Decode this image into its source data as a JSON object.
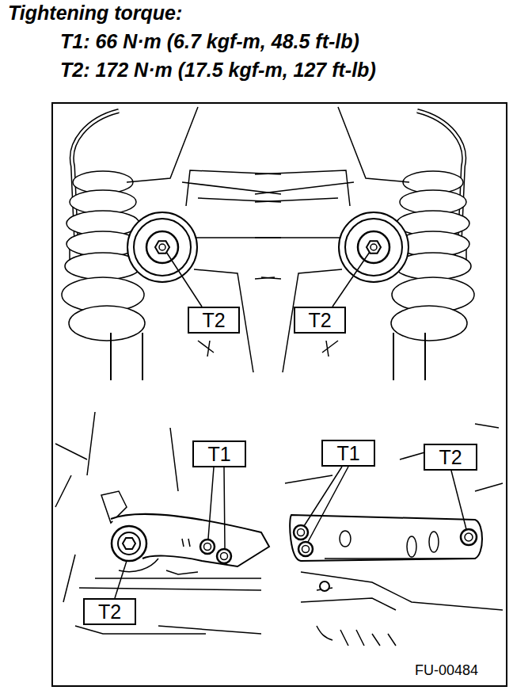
{
  "diagram": {
    "title": "Tightening torque:",
    "nodes": [
      {
        "text": [
          "T2"
        ]
      },
      {
        "text": [
          "T2"
        ]
      },
      {
        "text": [
          "T1"
        ]
      },
      {
        "text": [
          "T1"
        ]
      },
      {
        "text": [
          "T2"
        ]
      },
      {
        "text": [
          "T2"
        ]
      }
    ],
    "labels": [
      "T1: 66 N·m (6.7 kgf-m, 48.5 ft-lb)",
      "T2: 172 N·m (17.5 kgf-m, 127 ft-lb)",
      "FU-00484"
    ]
  }
}
